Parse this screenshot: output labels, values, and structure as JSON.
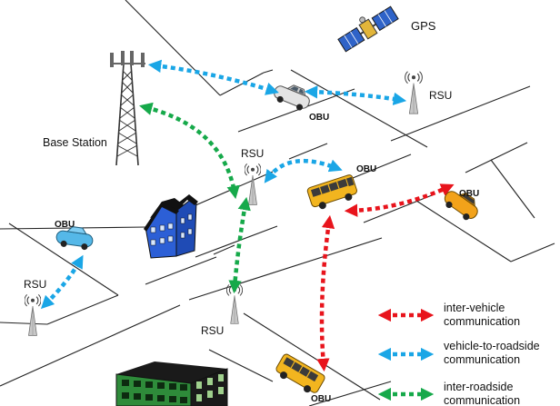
{
  "labels": {
    "gps": "GPS",
    "base_station": "Base Station",
    "rsu": "RSU",
    "obu": "OBU"
  },
  "legend": [
    {
      "line1": "inter-vehicle",
      "line2": "communication",
      "color": "#e8141c"
    },
    {
      "line1": "vehicle-to-roadside",
      "line2": "communication",
      "color": "#1aa6e6"
    },
    {
      "line1": "inter-roadside",
      "line2": "communication",
      "color": "#16a94a"
    }
  ],
  "colors": {
    "inter_vehicle": "#e8141c",
    "vehicle_to_roadside": "#1aa6e6",
    "inter_roadside": "#16a94a",
    "road_line": "#222222",
    "bus": "#f2b51f",
    "car_blue": "#55b8e8",
    "car_white": "#e4e4e4",
    "building_blue": "#2c5fd6",
    "building_green": "#2e8b3a"
  },
  "icons": [
    "satellite-icon",
    "tower-icon",
    "antenna-icon",
    "bus-icon",
    "car-icon",
    "building-icon"
  ]
}
